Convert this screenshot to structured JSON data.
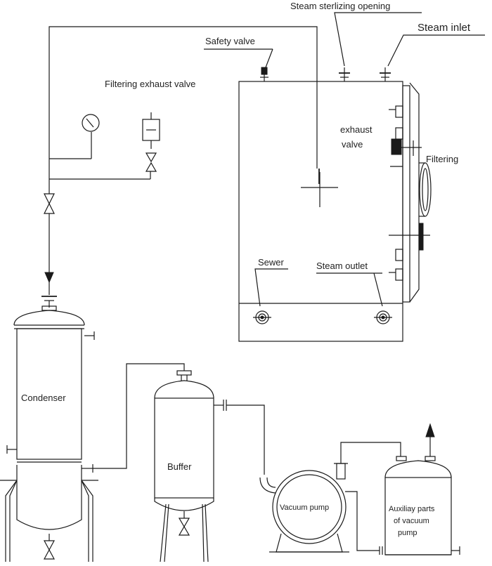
{
  "labels": {
    "steam_sterilizing_opening": "Steam sterlizing opening",
    "steam_inlet": "Steam inlet",
    "safety_valve": "Safety valve",
    "filtering_exhaust_valve": "Filtering exhaust valve",
    "exhaust": "exhaust",
    "valve": "valve",
    "filtering": "Filtering",
    "sewer": "Sewer",
    "steam_outlet": "Steam outlet",
    "condenser": "Condenser",
    "buffer": "Buffer",
    "vacuum_pump": "Vacuum pump",
    "auxiliary_line1": "Auxiliay parts",
    "auxiliary_line2": "of vacuum",
    "auxiliary_line3": "pump"
  },
  "colors": {
    "line": "#1a1a1a",
    "text": "#222222",
    "background": "#ffffff"
  },
  "icons": [
    "pressure-gauge-icon",
    "filter-valve-icon",
    "gate-valve-icon",
    "flow-arrow-icon"
  ]
}
